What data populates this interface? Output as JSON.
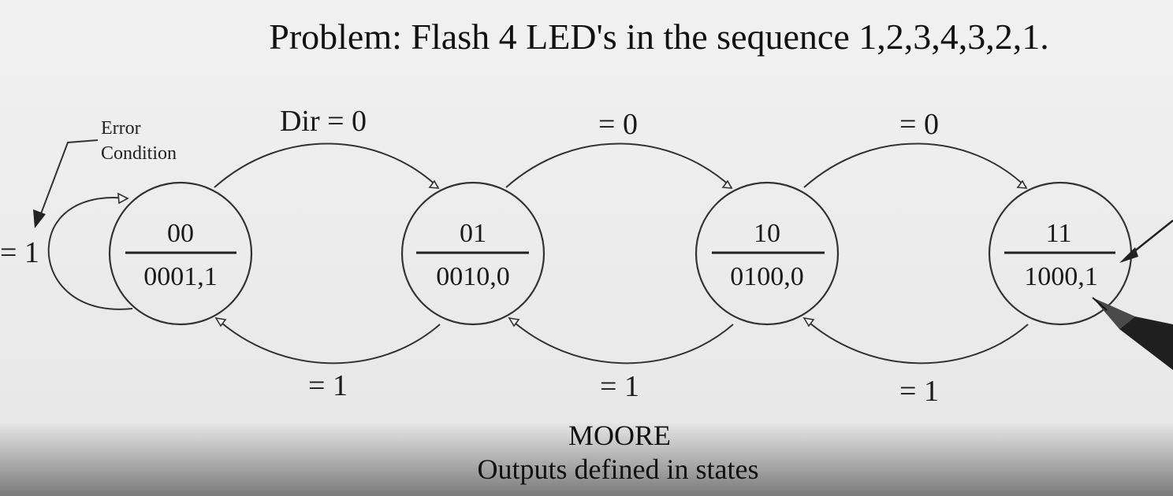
{
  "title": "Problem: Flash 4 LED's in the sequence 1,2,3,4,3,2,1.",
  "error_note": {
    "line1": "Error",
    "line2": "Condition"
  },
  "self_loop_label": "= 1",
  "states": [
    {
      "code": "00",
      "output": "0001,1"
    },
    {
      "code": "01",
      "output": "0010,0"
    },
    {
      "code": "10",
      "output": "0100,0"
    },
    {
      "code": "11",
      "output": "1000,1"
    }
  ],
  "forward_labels": [
    "Dir = 0",
    "= 0",
    "= 0"
  ],
  "backward_labels": [
    "= 1",
    "= 1",
    "= 1"
  ],
  "footer": {
    "line1": "MOORE",
    "line2": "Outputs defined in states"
  },
  "colors": {
    "background": "#d9d9d9",
    "paper": "#f2f2f2",
    "ink": "#222222"
  }
}
